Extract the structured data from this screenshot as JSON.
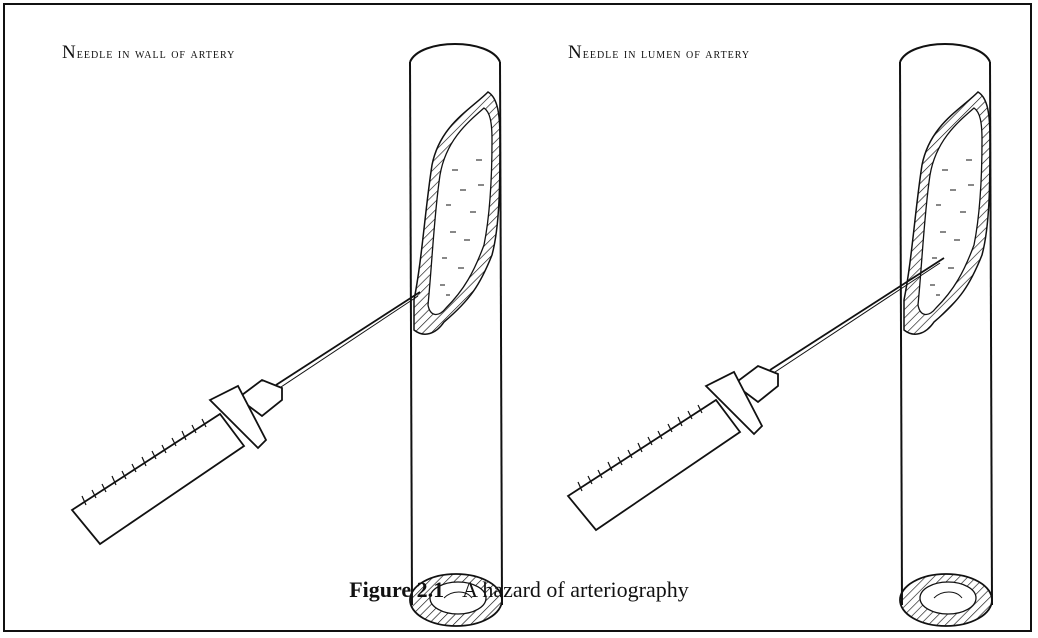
{
  "panels": [
    {
      "label": "Needle in wall of artery"
    },
    {
      "label": "Needle in lumen of artery"
    }
  ],
  "caption": {
    "figure": "Figure 2.1",
    "text": "A hazard of arteriography"
  }
}
